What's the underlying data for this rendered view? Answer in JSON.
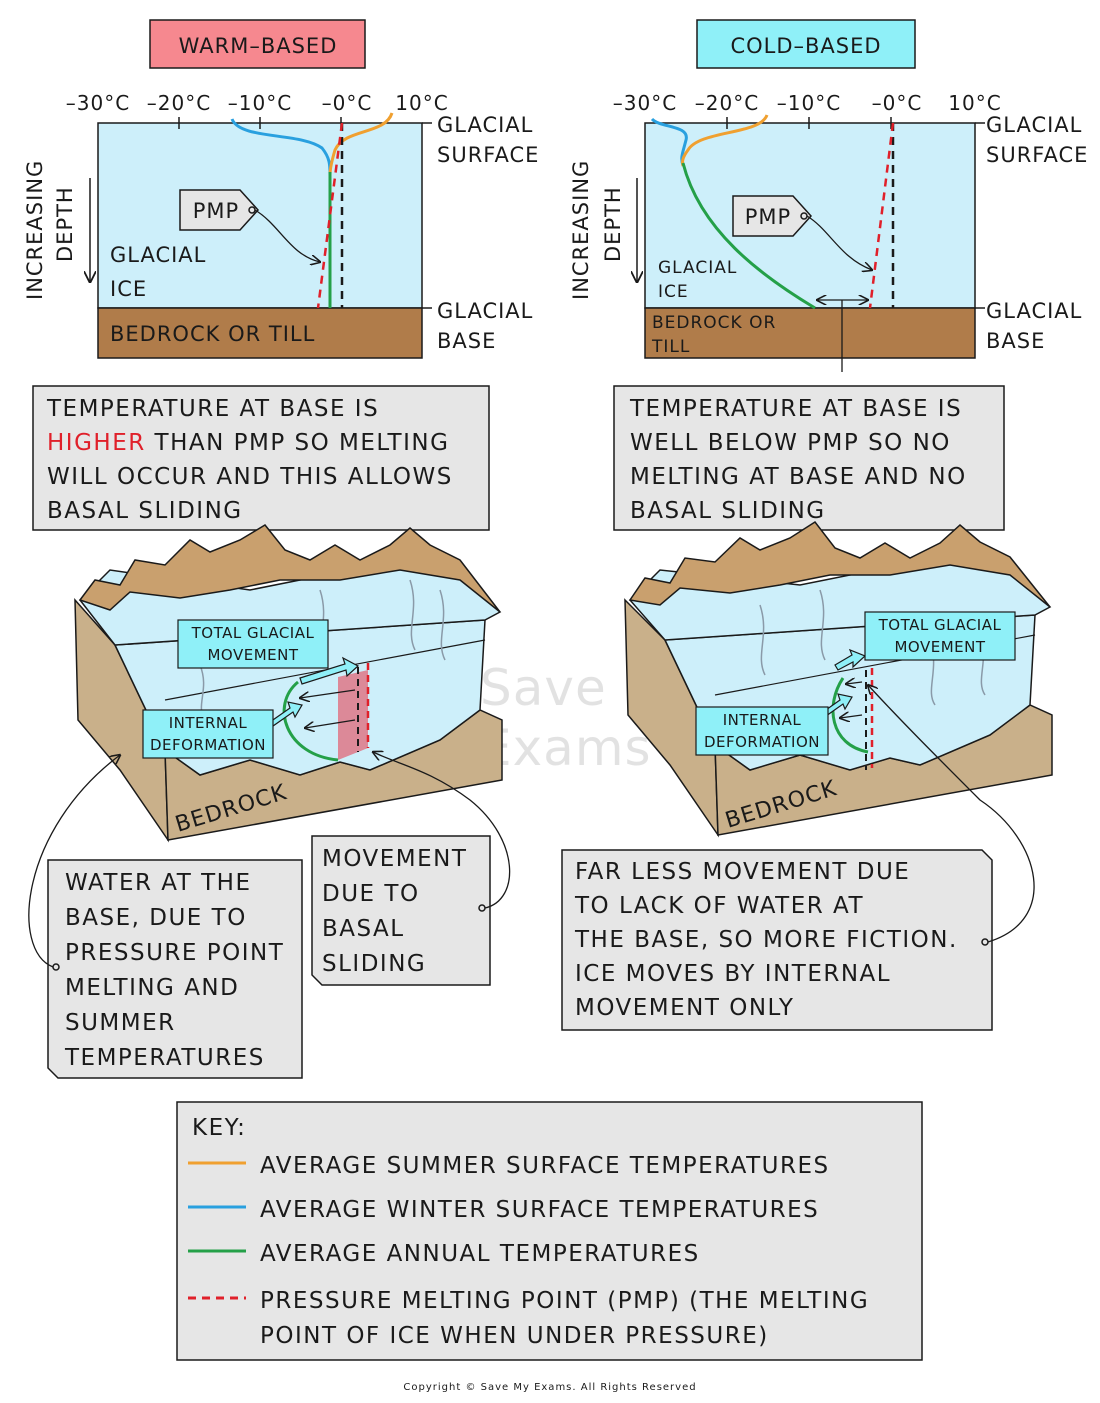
{
  "headers": {
    "warm": "WARM–BASED",
    "cold": "COLD–BASED"
  },
  "colors": {
    "warm_header": "#f6888f",
    "cold_header": "#8ff0f8",
    "ice": "#cdeffa",
    "bedrock": "#b07c4a",
    "summer": "#f0a030",
    "winter": "#29a0df",
    "annual": "#24a048",
    "pmp": "#e0202a",
    "box": "#e6e6e6"
  },
  "axis": {
    "ticks": [
      "–30°C",
      "–20°C",
      "–10°C",
      "–0°C",
      "10°C"
    ],
    "glacial_surface": [
      "GLACIAL",
      "SURFACE"
    ],
    "glacial_base": [
      "GLACIAL",
      "BASE"
    ],
    "depth_label": [
      "INCREASING",
      "DEPTH"
    ]
  },
  "warm_chart": {
    "pmp_tag": "PMP",
    "ice_label": [
      "GLACIAL",
      "ICE"
    ],
    "bedrock_label": "BEDROCK OR TILL"
  },
  "cold_chart": {
    "pmp_tag": "PMP",
    "ice_label": [
      "GLACIAL",
      "ICE"
    ],
    "bedrock_label": [
      "BEDROCK OR",
      "TILL"
    ]
  },
  "warm_text": {
    "line1": "TEMPERATURE AT BASE IS",
    "line2_highlight": "HIGHER",
    "line2_rest": " THAN PMP SO MELTING",
    "line3": "WILL OCCUR AND THIS ALLOWS",
    "line4": "BASAL SLIDING"
  },
  "cold_text": {
    "lines": [
      "TEMPERATURE AT BASE IS",
      "WELL BELOW PMP SO NO",
      "MELTING AT BASE AND NO",
      "BASAL SLIDING"
    ]
  },
  "warm_block": {
    "total_movement": [
      "TOTAL GLACIAL",
      "MOVEMENT"
    ],
    "internal_deformation": [
      "INTERNAL",
      "DEFORMATION"
    ],
    "bedrock": "BEDROCK"
  },
  "cold_block": {
    "total_movement": [
      "TOTAL GLACIAL",
      "MOVEMENT"
    ],
    "internal_deformation": [
      "INTERNAL",
      "DEFORMATION"
    ],
    "bedrock": "BEDROCK"
  },
  "notes": {
    "water": [
      "WATER AT THE",
      "BASE, DUE TO",
      "PRESSURE POINT",
      "MELTING AND",
      "SUMMER",
      "TEMPERATURES"
    ],
    "basal": [
      "MOVEMENT",
      "DUE TO",
      "BASAL",
      "SLIDING"
    ],
    "far_less": [
      "FAR LESS MOVEMENT DUE",
      "TO LACK OF WATER AT",
      "THE BASE, SO MORE FICTION.",
      "ICE MOVES BY INTERNAL",
      "MOVEMENT ONLY"
    ]
  },
  "key": {
    "title": "KEY:",
    "items": [
      "AVERAGE SUMMER SURFACE TEMPERATURES",
      "AVERAGE WINTER SURFACE TEMPERATURES",
      "AVERAGE ANNUAL TEMPERATURES",
      "PRESSURE MELTING POINT (PMP) (THE MELTING",
      "POINT OF ICE WHEN UNDER PRESSURE)"
    ]
  },
  "watermark": [
    "Save My",
    "Exams"
  ],
  "copyright": "Copyright © Save My Exams. All Rights Reserved"
}
